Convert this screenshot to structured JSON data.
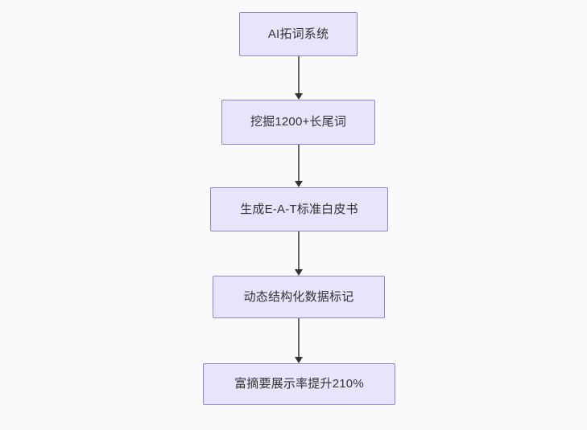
{
  "diagram": {
    "type": "flowchart",
    "direction": "top-to-bottom",
    "background_color": "#fafafa",
    "node_fill_color": "#e7e4fb",
    "node_border_color": "#9a7fd6",
    "edge_color": "#666666",
    "arrowhead_color": "#333333",
    "text_color": "#333333",
    "nodes": [
      {
        "id": "n1",
        "label": "AI拓词系统"
      },
      {
        "id": "n2",
        "label": "挖掘1200+长尾词"
      },
      {
        "id": "n3",
        "label": "生成E-A-T标准白皮书"
      },
      {
        "id": "n4",
        "label": "动态结构化数据标记"
      },
      {
        "id": "n5",
        "label": "富摘要展示率提升210%"
      }
    ],
    "edges": [
      {
        "from": "n1",
        "to": "n2",
        "label": ""
      },
      {
        "from": "n2",
        "to": "n3",
        "label": ""
      },
      {
        "from": "n3",
        "to": "n4",
        "label": ""
      },
      {
        "from": "n4",
        "to": "n5",
        "label": ""
      }
    ]
  }
}
